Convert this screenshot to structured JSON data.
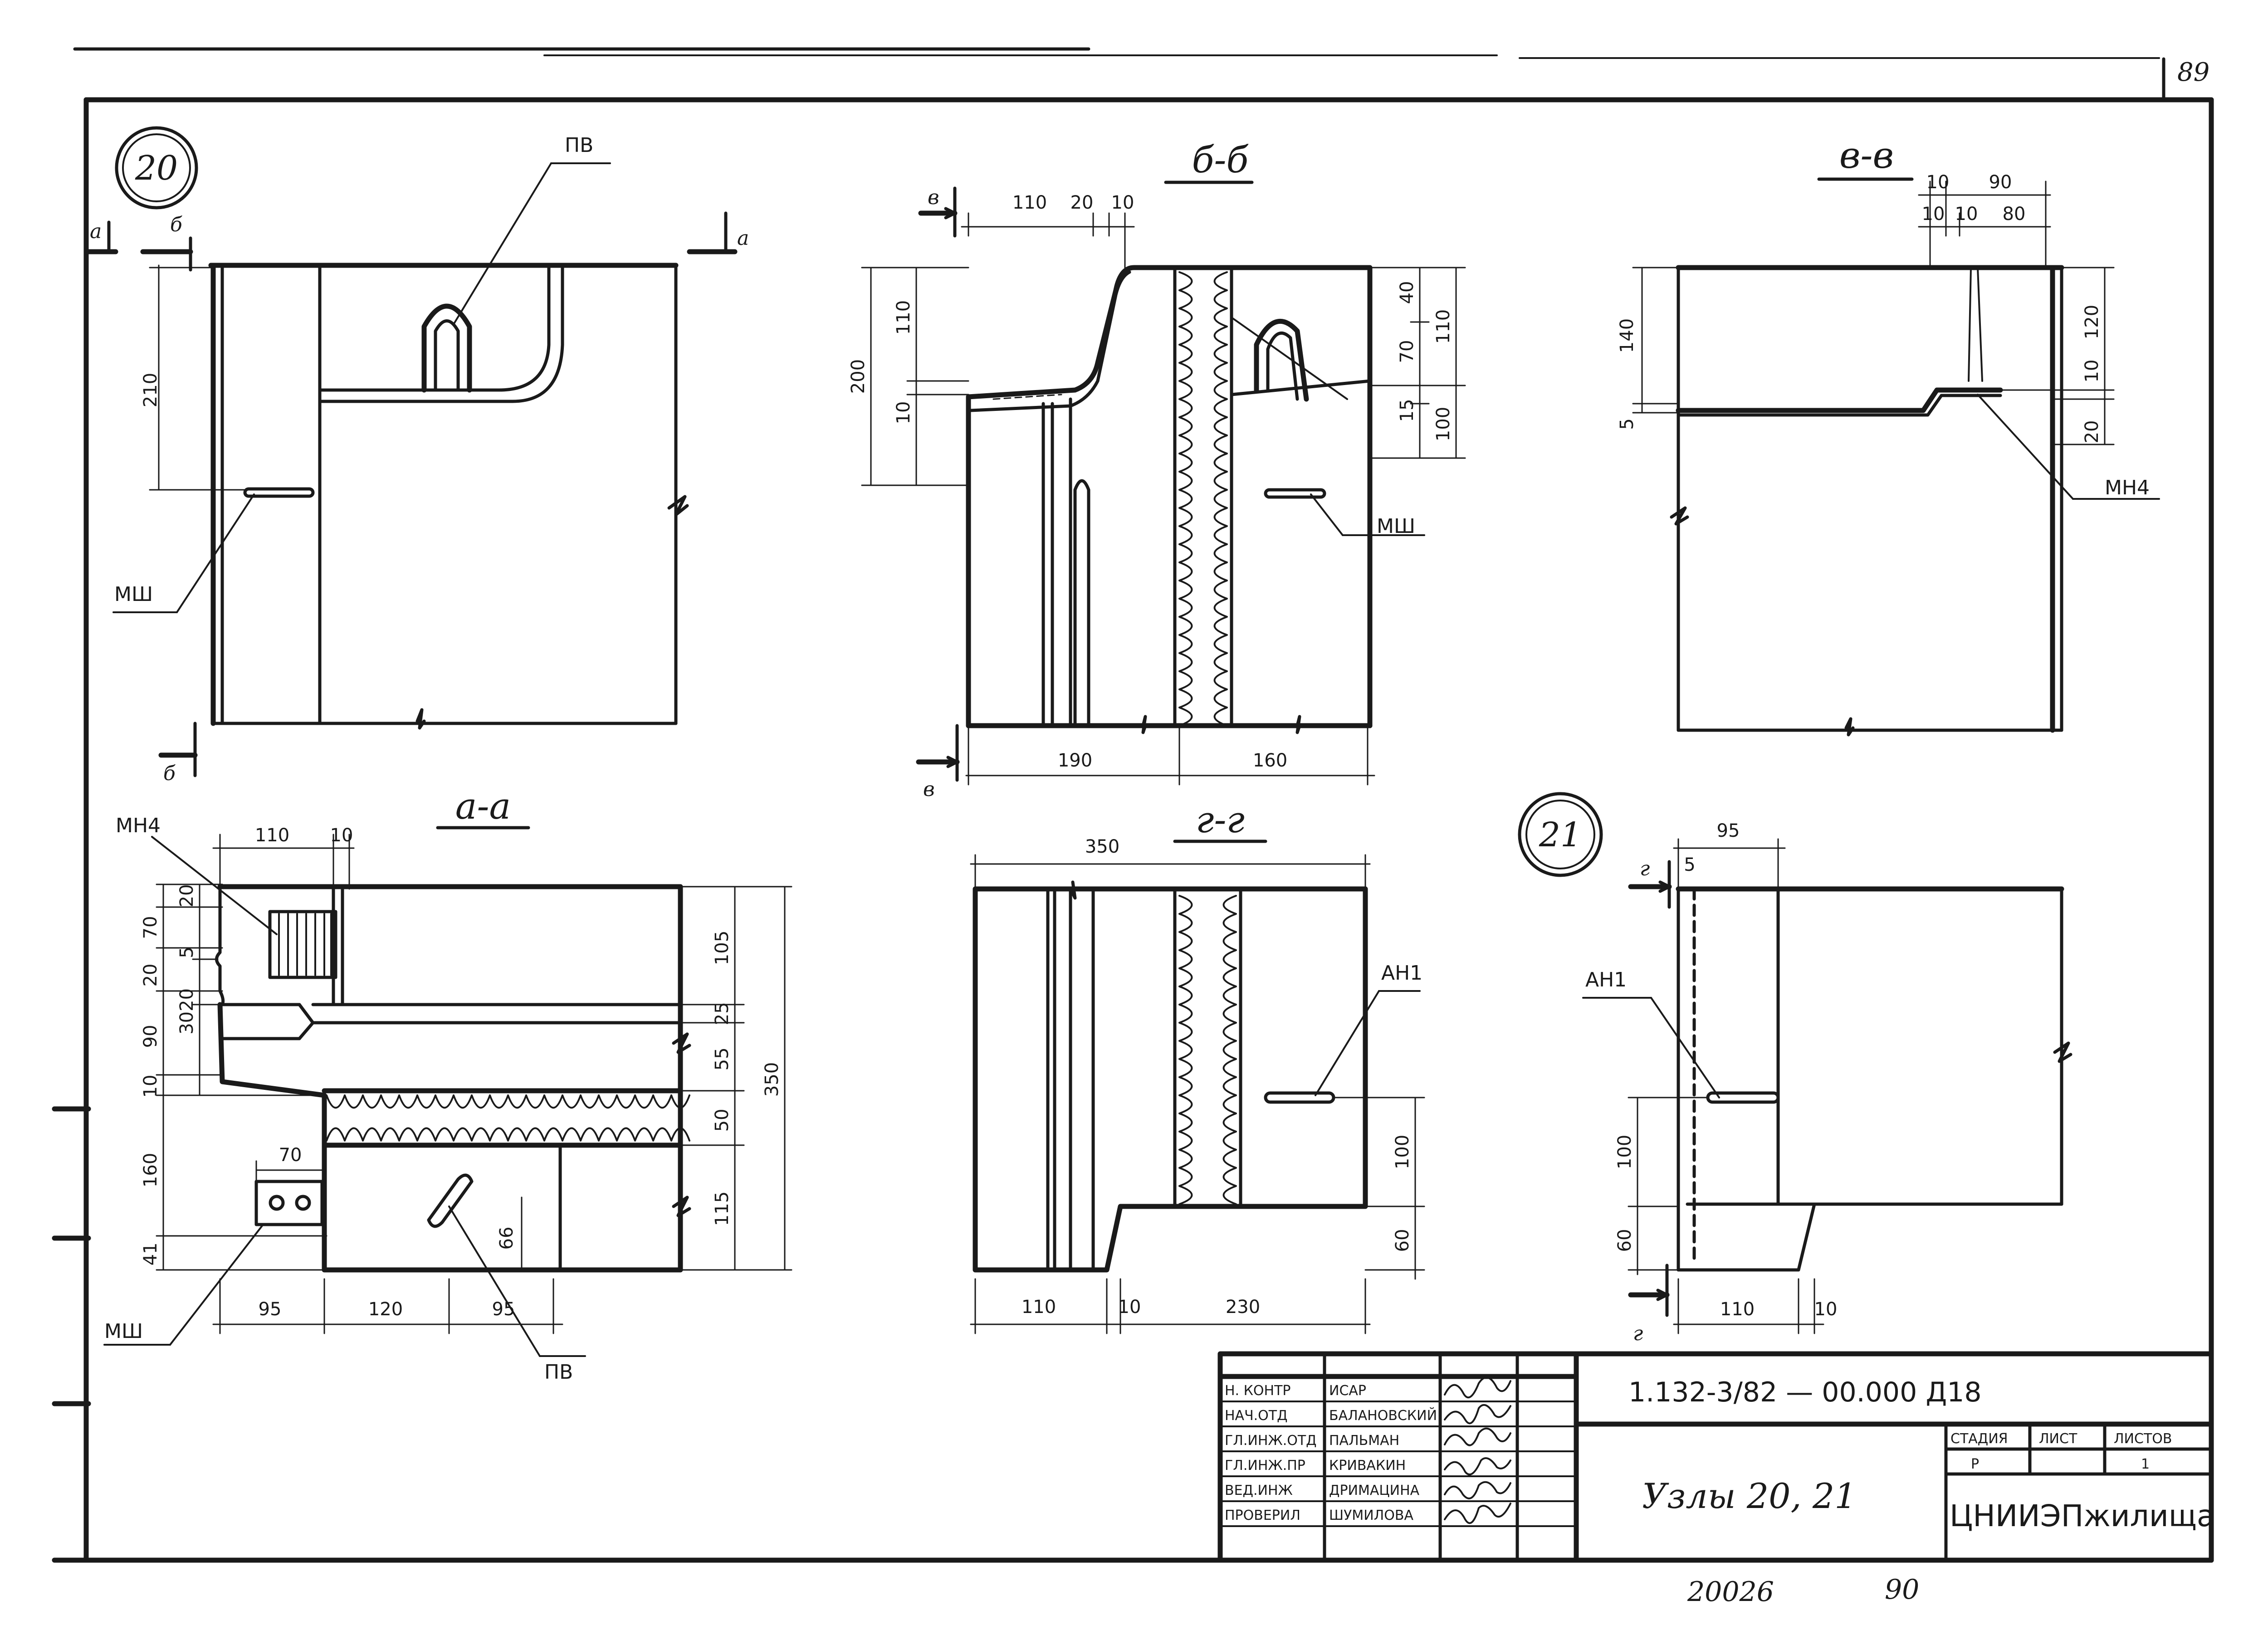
{
  "sheet": {
    "page_number": "89",
    "stamp_number": "20026",
    "stamp_number_2": "90"
  },
  "node_20": {
    "bubble": "20",
    "section_a_left": "a",
    "section_b_top": "б",
    "section_a_right": "a",
    "section_b_bottom": "б",
    "label_pv": "ПВ",
    "label_msh": "МШ",
    "dim_210": "210"
  },
  "section_bb": {
    "title": "б-б",
    "cut_v_top": "в",
    "cut_v_bottom": "в",
    "label_msh": "МШ",
    "dims": {
      "d110_top": "110",
      "d20": "20",
      "d10_top": "10",
      "d200": "200",
      "d110_left": "110",
      "d10_left": "10",
      "d40": "40",
      "d70": "70",
      "d15": "15",
      "d110_right": "110",
      "d100": "100",
      "d190": "190",
      "d160": "160"
    }
  },
  "section_vv": {
    "title": "в-в",
    "label_mn4": "МН4",
    "dims": {
      "d10a": "10",
      "d90": "90",
      "d10b": "10",
      "d10c": "10",
      "d80": "80",
      "d140": "140",
      "d5": "5",
      "d120": "120",
      "d10r": "10",
      "d20": "20"
    }
  },
  "section_aa": {
    "title": "а-а",
    "label_mn4": "МН4",
    "label_msh": "МШ",
    "label_pv": "ПВ",
    "dims": {
      "d110": "110",
      "d10_top": "10",
      "d20a": "20",
      "d70a": "70",
      "d5": "5",
      "d20b": "20",
      "d3020": "3020",
      "d90": "90",
      "d10": "10",
      "d160": "160",
      "d41": "41",
      "d70b": "70",
      "d66": "66",
      "d95a": "95",
      "d120": "120",
      "d95b": "95",
      "d105": "105",
      "d25": "25",
      "d55": "55",
      "d50": "50",
      "d115": "115",
      "d350": "350"
    }
  },
  "section_gg": {
    "title": "г-г",
    "label_an1": "АН1",
    "dims": {
      "d350": "350",
      "d100": "100",
      "d60": "60",
      "d110": "110",
      "d10": "10",
      "d230": "230"
    }
  },
  "node_21": {
    "bubble": "21",
    "cut_g_top": "г",
    "cut_g_bottom": "г",
    "label_an1": "АН1",
    "dims": {
      "d95": "95",
      "d5": "5",
      "d100": "100",
      "d60": "60",
      "d110": "110",
      "d10": "10"
    }
  },
  "title_block": {
    "roles": [
      "Н. КОНТР",
      "НАЧ.ОТД",
      "ГЛ.ИНЖ.ОТД",
      "ГЛ.ИНЖ.ПР",
      "ВЕД.ИНЖ",
      "ПРОВЕРИЛ"
    ],
    "names": [
      "ИСАР",
      "БАЛАНОВСКИЙ",
      "ПАЛЬМАН",
      "КРИВАКИН",
      "ДРИМАЦИНА",
      "ШУМИЛОВА"
    ],
    "document_code": "1.132-3/82 — 00.000 Д18",
    "drawing_title": "Узлы 20, 21",
    "stage_header": "СТАДИЯ",
    "sheet_header": "ЛИСТ",
    "sheets_header": "ЛИСТОВ",
    "stage_value": "Р",
    "sheet_value": "",
    "sheets_value": "1",
    "organization": "ЦНИИЭПжилища"
  }
}
